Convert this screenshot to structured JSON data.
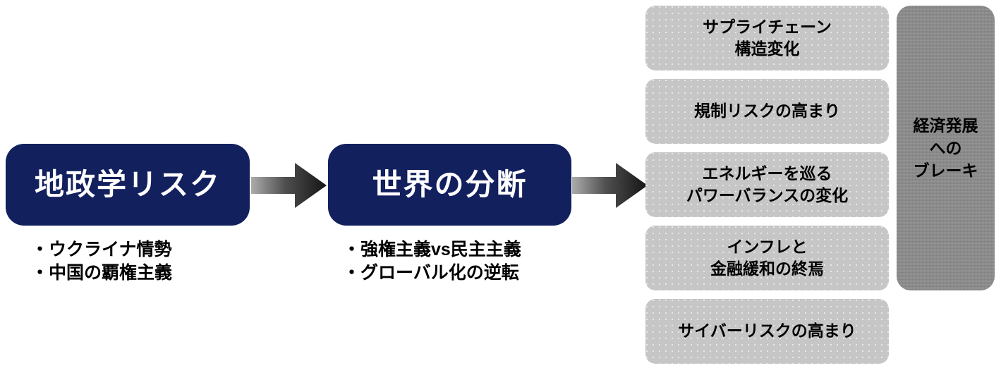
{
  "colors": {
    "navy": "#13205e",
    "gray_box": "#c6c6c6",
    "dark_column": "#898989",
    "arrow_start": "#a8a8a8",
    "arrow_end": "#161616",
    "text_dark": "#000000",
    "text_light": "#ffffff",
    "background": "#ffffff"
  },
  "flow": {
    "stages": [
      {
        "id": "geopolitical-risk",
        "label": "地政学リスク",
        "bullets": [
          "・ウクライナ情勢",
          "・中国の覇権主義"
        ]
      },
      {
        "id": "world-fragmentation",
        "label": "世界の分断",
        "bullets": [
          "・強権主義vs民主主義",
          "・グローバル化の逆転"
        ]
      }
    ],
    "arrows": [
      {
        "id": "arrow-1",
        "from": "geopolitical-risk",
        "to": "world-fragmentation"
      },
      {
        "id": "arrow-2",
        "from": "world-fragmentation",
        "to": "consequences"
      }
    ]
  },
  "consequences": {
    "items": [
      {
        "id": "supply-chain",
        "lines": [
          "サプライチェーン",
          "構造変化"
        ]
      },
      {
        "id": "regulatory-risk",
        "lines": [
          "規制リスクの高まり"
        ]
      },
      {
        "id": "energy-power-balance",
        "lines": [
          "エネルギーを巡る",
          "パワーバランスの変化"
        ]
      },
      {
        "id": "inflation-easing-end",
        "lines": [
          "インフレと",
          "金融緩和の終焉"
        ]
      },
      {
        "id": "cyber-risk",
        "lines": [
          "サイバーリスクの高まり"
        ]
      }
    ]
  },
  "outcome": {
    "id": "economic-growth-brake",
    "lines": [
      "経済発展",
      "への",
      "ブレーキ"
    ]
  }
}
